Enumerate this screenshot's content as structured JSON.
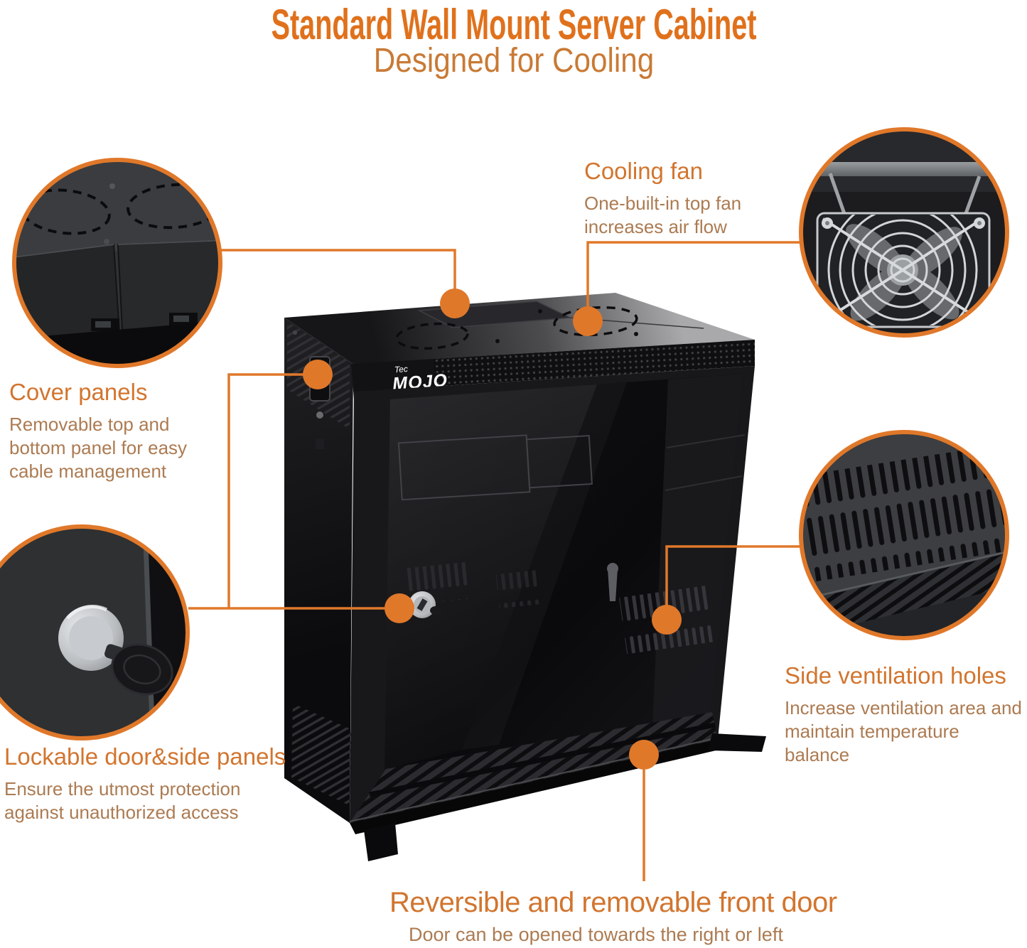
{
  "page": {
    "title_line1": "Standard Wall Mount Server Cabinet",
    "title_line2": "Designed for Cooling"
  },
  "brand": {
    "small": "Tec",
    "main": "MOJO"
  },
  "colors": {
    "accent": "#E0782A",
    "heading_text": "#D2752F",
    "body_text": "#AC7B52",
    "title_text": "#E0711C",
    "subtitle_text": "#C97A35",
    "cabinet_black": "#131315"
  },
  "callouts": {
    "cooling_fan": {
      "title": "Cooling fan",
      "body": "One-built-in top fan\nincreases air flow"
    },
    "cover_panels": {
      "title": "Cover panels",
      "body": "Removable top and\nbottom panel for easy\ncable management"
    },
    "side_ventilation": {
      "title": "Side ventilation holes",
      "body": "Increase ventilation area and\nmaintain temperature balance"
    },
    "lockable": {
      "title": "Lockable door&side panels",
      "body": "Ensure the utmost protection\nagainst unauthorized access"
    },
    "front_door": {
      "title": "Reversible and removable front door",
      "body": "Door can be opened towards the right or left"
    }
  }
}
